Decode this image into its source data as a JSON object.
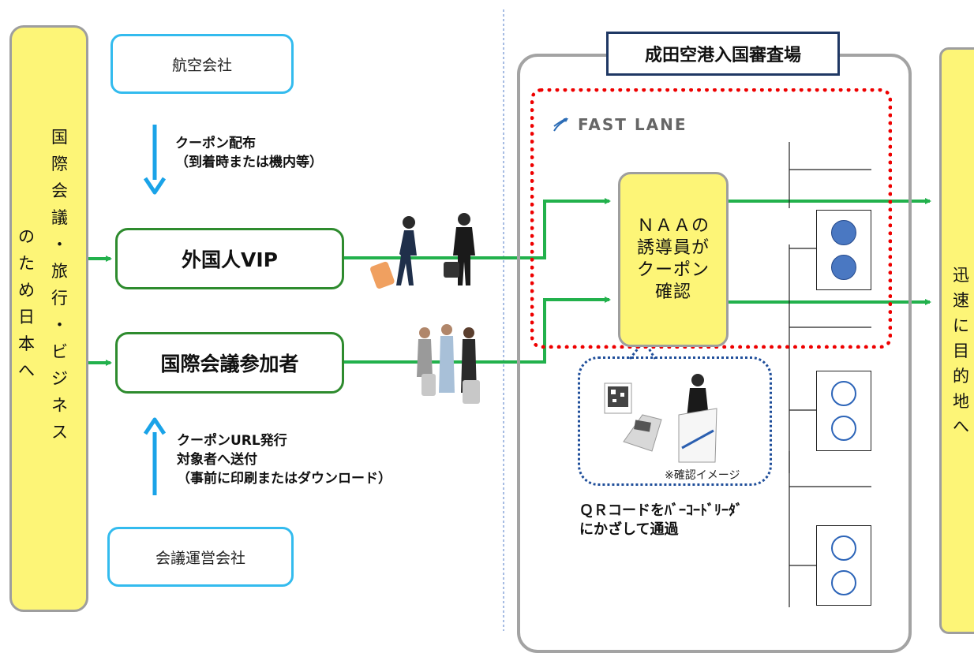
{
  "left_panel": {
    "col_right": [
      "国",
      "際",
      "会",
      "議",
      "・",
      "旅",
      "行",
      "・",
      "ビ",
      "ジ",
      "ネ",
      "ス"
    ],
    "col_left": [
      "の",
      "た",
      "め",
      "日",
      "本",
      "へ"
    ]
  },
  "right_panel": {
    "chars": [
      "迅",
      "速",
      "に",
      "目",
      "的",
      "地",
      "へ"
    ]
  },
  "airline_box": "航空会社",
  "coupon_distribution": "クーポン配布\n（到着時または機内等）",
  "vip_box": "外国人VIP",
  "participant_box": "国際会議参加者",
  "coupon_issuance": "クーポンURL発行\n対象者へ送付\n（事前に印刷またはダウンロード）",
  "organizer_box": "会議運営会社",
  "airport_title": "成田空港入国審査場",
  "fast_lane_logo": "FAST LANE",
  "confirm_box": "ＮＡＡの\n誘導員が\nクーポン\n確認",
  "confirm_image_caption": "※確認イメージ",
  "qr_instruction": "ＱＲコードをﾊﾞｰｺｰﾄﾞﾘｰﾀﾞ\nにかざして通過",
  "colors": {
    "arrow_green": "#22b14c",
    "arrow_blue": "#1aa3e8",
    "panel_yellow": "#fdf577",
    "dotted_red": "#ee0000"
  }
}
